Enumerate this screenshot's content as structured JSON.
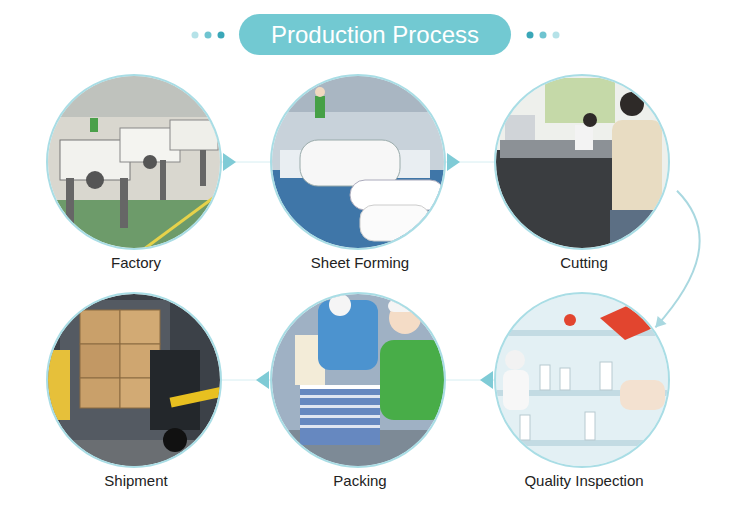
{
  "diagram": {
    "title": "Production Process",
    "nodes": [
      {
        "text": [
          "Factory"
        ]
      },
      {
        "text": [
          "Sheet Forming"
        ]
      },
      {
        "text": [
          "Cutting"
        ]
      },
      {
        "text": [
          "Shipment"
        ]
      },
      {
        "text": [
          "Packing"
        ]
      },
      {
        "text": [
          "Quality Inspection"
        ]
      }
    ],
    "edges": [
      {
        "from": 0,
        "to": 1,
        "arrow": "to"
      },
      {
        "from": 1,
        "to": 2,
        "arrow": "to"
      },
      {
        "from": 2,
        "to": 5,
        "arrow": "to"
      },
      {
        "from": 5,
        "to": 4,
        "arrow": "to"
      },
      {
        "from": 4,
        "to": 3,
        "arrow": "to"
      }
    ]
  }
}
